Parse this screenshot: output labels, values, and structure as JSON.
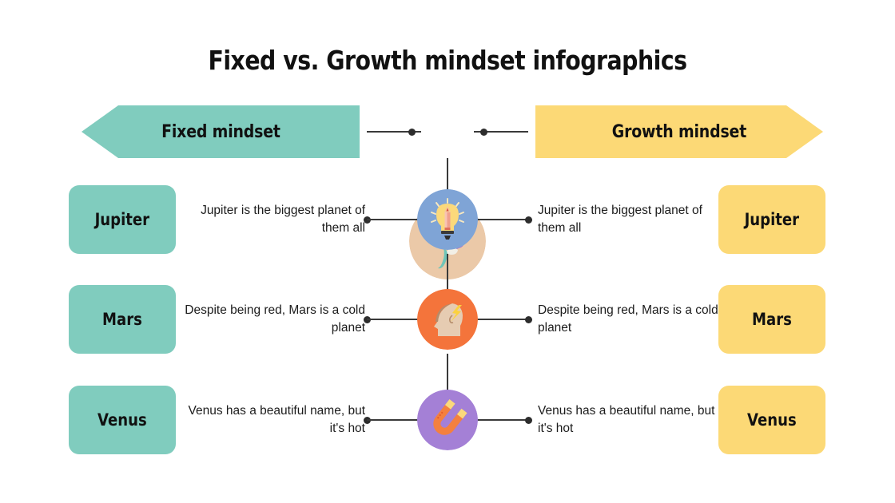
{
  "page": {
    "title": "Fixed vs. Growth mindset infographics",
    "background": "#ffffff"
  },
  "colors": {
    "teal": "#80CCBE",
    "yellow": "#FCD976",
    "line": "#3a3a3a",
    "text": "#1c1c1c",
    "header_circle": "#EBC9A8",
    "bulb_circle": "#7FA4D6",
    "head_circle": "#F4743B",
    "magnet_circle": "#A480D6"
  },
  "header": {
    "left_banner": {
      "label": "Fixed mindset",
      "color": "#80CCBE",
      "direction": "left"
    },
    "right_banner": {
      "label": "Growth mindset",
      "color": "#FCD976",
      "direction": "right"
    },
    "icon": "brain-icon"
  },
  "rows": [
    {
      "icon": "lightbulb-pencil-icon",
      "left_pill": "Jupiter",
      "left_desc": "Jupiter is the biggest planet of them all",
      "right_desc": "Jupiter is the biggest planet of them all",
      "right_pill": "Jupiter"
    },
    {
      "icon": "head-lightning-icon",
      "left_pill": "Mars",
      "left_desc": "Despite being red, Mars is a cold planet",
      "right_desc": "Despite being red, Mars is a cold planet",
      "right_pill": "Mars"
    },
    {
      "icon": "magnet-icon",
      "left_pill": "Venus",
      "left_desc": "Venus has a beautiful name, but it's hot",
      "right_desc": "Venus has a beautiful name, but it's hot",
      "right_pill": "Venus"
    }
  ]
}
